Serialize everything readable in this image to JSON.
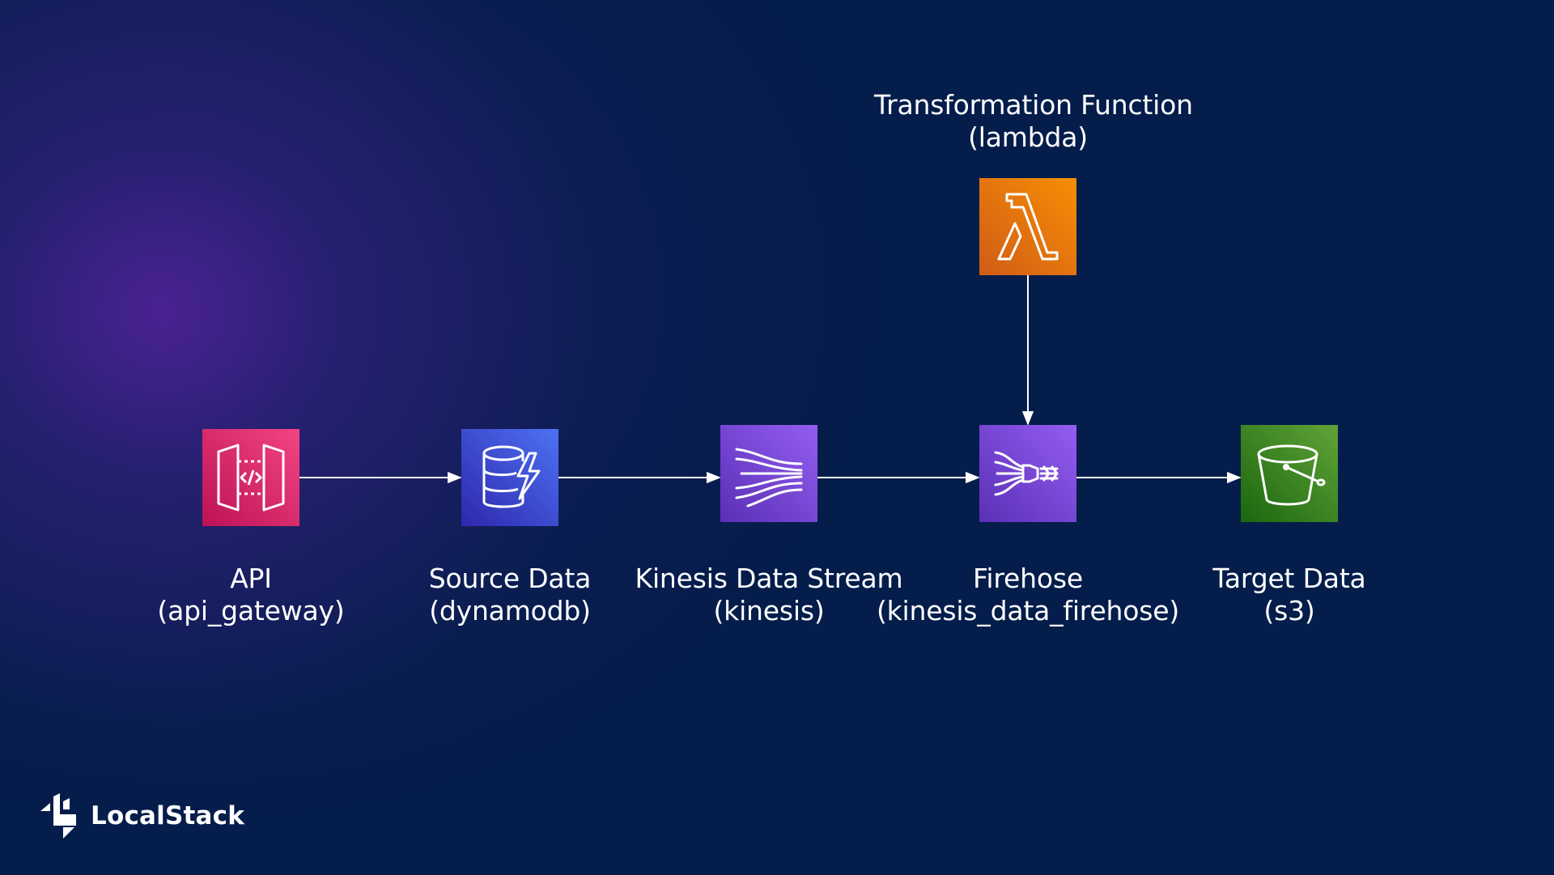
{
  "diagram": {
    "nodes": [
      {
        "id": "api",
        "title": "API",
        "subtitle": "(api_gateway)",
        "icon": "api-gateway-icon",
        "color_top": "#f34482",
        "color_bottom": "#bc1356"
      },
      {
        "id": "source",
        "title": "Source Data",
        "subtitle": "(dynamodb)",
        "icon": "dynamodb-icon",
        "color_top": "#4d72f3",
        "color_bottom": "#2e27ad"
      },
      {
        "id": "stream",
        "title": "Kinesis Data Stream",
        "subtitle": "(kinesis)",
        "icon": "kinesis-icon",
        "color_top": "#945df2",
        "color_bottom": "#5a30b5"
      },
      {
        "id": "firehose",
        "title": "Firehose",
        "subtitle": "(kinesis_data_firehose)",
        "icon": "firehose-icon",
        "color_top": "#945df2",
        "color_bottom": "#5a30b5"
      },
      {
        "id": "target",
        "title": "Target Data",
        "subtitle": "(s3)",
        "icon": "s3-bucket-icon",
        "color_top": "#60a337",
        "color_bottom": "#1b660f"
      },
      {
        "id": "lambda",
        "title": "Transformation Function",
        "subtitle": "(lambda)",
        "icon": "lambda-icon",
        "color_top": "#f78e04",
        "color_bottom": "#d05c17"
      }
    ],
    "edges": [
      {
        "from": "api",
        "to": "source"
      },
      {
        "from": "source",
        "to": "stream"
      },
      {
        "from": "stream",
        "to": "firehose"
      },
      {
        "from": "firehose",
        "to": "target"
      },
      {
        "from": "lambda",
        "to": "firehose"
      }
    ]
  },
  "brand": {
    "name": "LocalStack",
    "icon": "localstack-logo-icon"
  },
  "colors": {
    "background": "#041d4a",
    "glow": "#4c2294",
    "line": "#ffffff"
  }
}
